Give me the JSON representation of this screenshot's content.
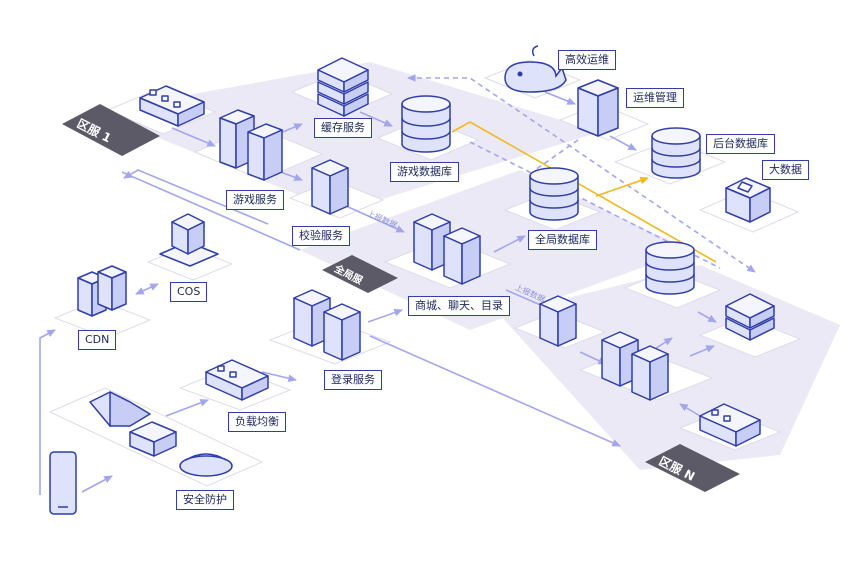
{
  "colors": {
    "accent": "#2f3ea8",
    "icon_fill": "#dfe2fb",
    "zone_fill": "#ece9f6",
    "arrow": "#a3a6ec",
    "highlight_line": "#f1b81f",
    "region_tag": "#5b5a66"
  },
  "labels": {
    "high_efficiency_ops": "高效运维",
    "ops_management": "运维管理",
    "cache_service": "缓存服务",
    "game_database": "游戏数据库",
    "backend_database": "后台数据库",
    "big_data": "大数据",
    "game_service": "游戏服务",
    "verification_service": "校验服务",
    "global_database": "全局数据库",
    "cos": "COS",
    "cdn": "CDN",
    "mall_chat_directory": "商城、聊天、目录",
    "login_service": "登录服务",
    "load_balancing": "负载均衡",
    "security_protection": "安全防护"
  },
  "regions": {
    "zone_1": "区服 1",
    "global": "全局服",
    "zone_n": "区服 N"
  },
  "flow_labels": {
    "report_1": "上报数据",
    "report_2": "上报数据"
  }
}
